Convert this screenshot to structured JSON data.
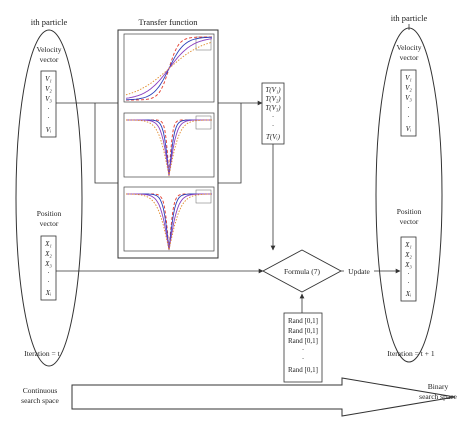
{
  "left_particle": {
    "title": "ith particle",
    "velocity_label_1": "Velocity",
    "velocity_label_2": "vector",
    "velocity_entries": [
      "V₁",
      "V₂",
      "V₃",
      "·",
      "·",
      "Vᵢ"
    ],
    "position_label_1": "Position",
    "position_label_2": "vector",
    "position_entries": [
      "X₁",
      "X₂",
      "X₃",
      "·",
      "·",
      "Xᵢ"
    ],
    "iteration": "Iteration = t"
  },
  "right_particle": {
    "title": "ith particle",
    "velocity_label_1": "Velocity",
    "velocity_label_2": "vector",
    "velocity_entries": [
      "V₁",
      "V₂",
      "V₃",
      "·",
      "·",
      "Vᵢ"
    ],
    "position_label_1": "Position",
    "position_label_2": "vector",
    "position_entries": [
      "X₁",
      "X₂",
      "X₃",
      "·",
      "·",
      "Xᵢ"
    ],
    "iteration": "Iteration = t + 1"
  },
  "transfer_function": {
    "title": "Transfer function",
    "colors": {
      "series_a": "#e23a2c",
      "series_b": "#2c3fb8",
      "series_c": "#8a3fbf",
      "series_d": "#e08a2a"
    }
  },
  "tv_box": {
    "entries": [
      "T(V₁)",
      "T(V₂)",
      "T(V₃)",
      "·",
      "·",
      "T(Vᵢ)"
    ]
  },
  "formula": {
    "label": "Formula (7)"
  },
  "update": {
    "label": "Update"
  },
  "rand_box": {
    "entries": [
      "Rand [0,1]",
      "Rand [0,1]",
      "Rand [0,1]",
      "·",
      "·",
      "Rand [0,1]"
    ]
  },
  "bottom": {
    "left_label_1": "Continuous",
    "left_label_2": "search space",
    "right_label_1": "Binary",
    "right_label_2": "search space"
  }
}
